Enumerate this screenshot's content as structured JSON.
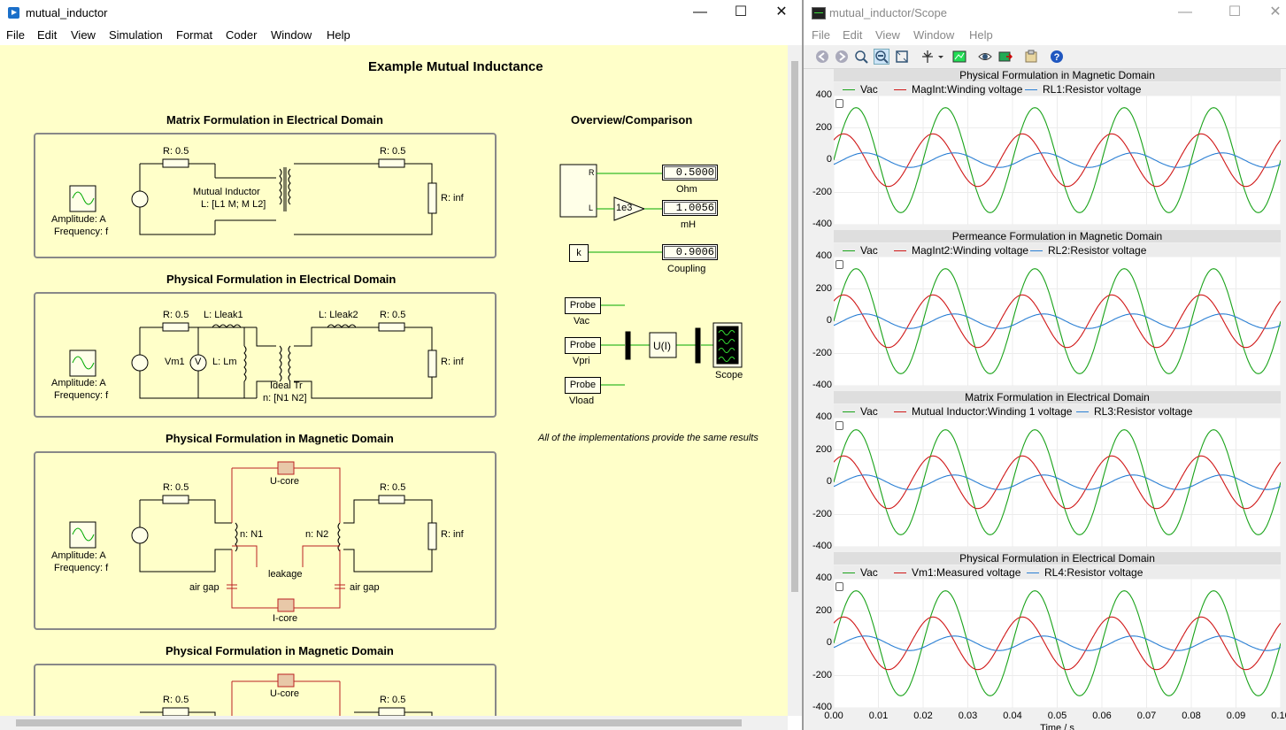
{
  "left_window": {
    "title": "mutual_inductor",
    "menu": [
      "File",
      "Edit",
      "View",
      "Simulation",
      "Format",
      "Coder",
      "Window",
      "Help"
    ],
    "window_controls": {
      "minimize": "—",
      "maximize": "☐",
      "close": "✕"
    },
    "model": {
      "main_title": "Example Mutual Inductance",
      "sections": [
        "Matrix Formulation in Electrical Domain",
        "Physical Formulation in Electrical Domain",
        "Physical Formulation in Magnetic Domain",
        "Physical Formulation in Magnetic Domain"
      ],
      "source_labels": {
        "amplitude": "Amplitude: A",
        "frequency": "Frequency: f"
      },
      "resistor_r": "R: 0.5",
      "resistor_inf": "R: inf",
      "mutual_inductor": {
        "name": "Mutual Inductor",
        "param": "L: [L1 M; M L2]"
      },
      "physical_elec": {
        "lleak1": "L: Lleak1",
        "lleak2": "L: Lleak2",
        "vm1": "Vm1",
        "voltmeter": "V",
        "lm": "L: Lm",
        "ideal_tr": "Ideal Tr",
        "n_ratio": "n: [N1 N2]"
      },
      "magnetic": {
        "ucore": "U-core",
        "icore": "I-core",
        "n1": "n: N1",
        "n2": "n: N2",
        "leakage": "leakage",
        "air_gap": "air gap"
      },
      "overview": {
        "title": "Overview/Comparison",
        "port_r": "R",
        "port_l": "L",
        "gain": "1e3",
        "ohm_value": "0.5000",
        "ohm_unit": "Ohm",
        "mh_value": "1.0056",
        "mh_unit": "mH",
        "k_label": "k",
        "coupling_value": "0.9006",
        "coupling_unit": "Coupling",
        "probe": "Probe",
        "probes": [
          "Vac",
          "Vpri",
          "Vload"
        ],
        "ui": "U(I)",
        "scope": "Scope"
      },
      "note": "All of the implementations provide the same results"
    }
  },
  "right_window": {
    "title": "mutual_inductor/Scope",
    "menu": [
      "File",
      "Edit",
      "View",
      "Window",
      "Help"
    ],
    "window_controls": {
      "minimize": "—",
      "maximize": "☐",
      "close": "✕"
    },
    "toolbar_icons": [
      "back-icon",
      "forward-icon",
      "zoom-icon",
      "zoom-fit-icon",
      "zoom-box-icon",
      "cursor-icon",
      "dropdown-icon",
      "chart-icon",
      "eye-icon",
      "export-icon",
      "settings-icon",
      "help-icon"
    ],
    "colors": {
      "green": "#1aa31a",
      "red": "#d01818",
      "blue": "#2a7fd4"
    },
    "plots": [
      {
        "title": "Physical Formulation in Magnetic Domain",
        "legend": [
          "Vac",
          "MagInt:Winding voltage",
          "RL1:Resistor voltage"
        ]
      },
      {
        "title": "Permeance Formulation in Magnetic Domain",
        "legend": [
          "Vac",
          "MagInt2:Winding voltage",
          "RL2:Resistor voltage"
        ]
      },
      {
        "title": "Matrix Formulation in Electrical Domain",
        "legend": [
          "Vac",
          "Mutual Inductor:Winding 1 voltage",
          "RL3:Resistor voltage"
        ]
      },
      {
        "title": "Physical Formulation in Electrical Domain",
        "legend": [
          "Vac",
          "Vm1:Measured voltage",
          "RL4:Resistor voltage"
        ]
      }
    ],
    "y_ticks": [
      "400",
      "200",
      "0",
      "-200",
      "-400"
    ],
    "x_ticks": [
      "0.00",
      "0.01",
      "0.02",
      "0.03",
      "0.04",
      "0.05",
      "0.06",
      "0.07",
      "0.08",
      "0.09",
      "0.10"
    ],
    "xlabel": "Time / s"
  },
  "chart_data": {
    "type": "line",
    "xlabel": "Time / s",
    "xlim": [
      0,
      0.1
    ],
    "ylim": [
      -400,
      400
    ],
    "frequency_hz": 50,
    "series": [
      {
        "name": "Vac",
        "amplitude": 325,
        "phase_deg": 0
      },
      {
        "name": "Winding voltage",
        "amplitude": 163,
        "phase_deg": 50
      },
      {
        "name": "Resistor voltage",
        "amplitude": 45,
        "phase_deg": -35
      }
    ]
  }
}
